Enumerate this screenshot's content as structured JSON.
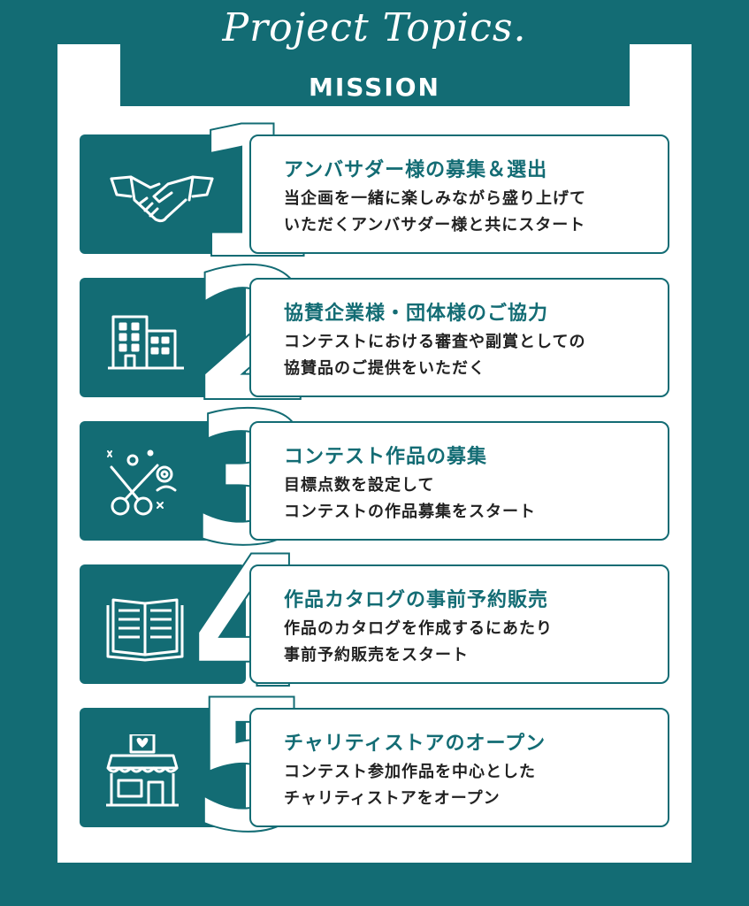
{
  "header": {
    "script_title": "Project Topics.",
    "subtitle": "MISSION"
  },
  "topics": [
    {
      "number": "1",
      "icon": "handshake-icon",
      "title": "アンバサダー様の募集＆選出",
      "lines": [
        "当企画を一緒に楽しみながら盛り上げて",
        "いただくアンバサダー様と共にスタート"
      ]
    },
    {
      "number": "2",
      "icon": "building-icon",
      "title": "協賛企業様・団体様のご協力",
      "lines": [
        "コンテストにおける審査や副賞としての",
        "協賛品のご提供をいただく"
      ]
    },
    {
      "number": "3",
      "icon": "crafts-icon",
      "title": "コンテスト作品の募集",
      "lines": [
        "目標点数を設定して",
        "コンテストの作品募集をスタート"
      ]
    },
    {
      "number": "4",
      "icon": "catalog-book-icon",
      "title": "作品カタログの事前予約販売",
      "lines": [
        "作品のカタログを作成するにあたり",
        "事前予約販売をスタート"
      ]
    },
    {
      "number": "5",
      "icon": "charity-store-icon",
      "title": "チャリティストアのオープン",
      "lines": [
        "コンテスト参加作品を中心とした",
        "チャリティストアをオープン"
      ]
    }
  ],
  "colors": {
    "teal": "#136c74",
    "white": "#ffffff",
    "text": "#222222"
  }
}
